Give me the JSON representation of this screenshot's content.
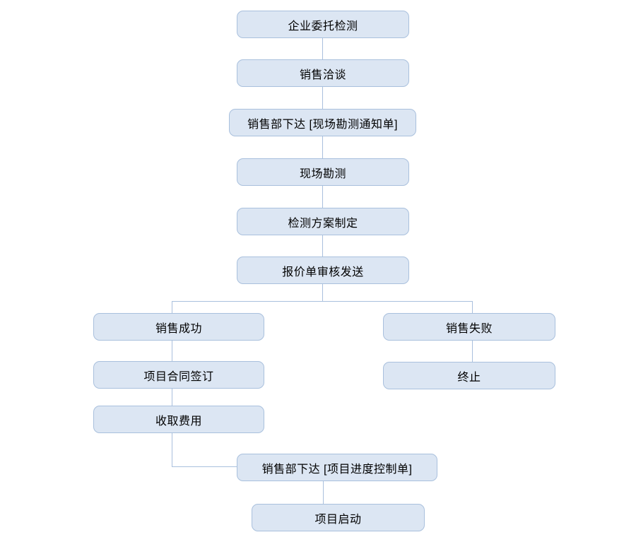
{
  "colors": {
    "canvas_bg": "#ffffff",
    "node_fill": "#dce6f3",
    "node_border": "#a9c0dd",
    "connector": "#a9c0dd",
    "node_text": "#000000"
  },
  "flowchart": {
    "nodes": [
      {
        "id": "enterprise-commissioned-testing",
        "label": "企业委托检测"
      },
      {
        "id": "sales-negotiation",
        "label": "销售洽谈"
      },
      {
        "id": "sales-dept-issues-site-survey-notice",
        "label": "销售部下达 [现场勘测通知单]"
      },
      {
        "id": "site-survey",
        "label": "现场勘测"
      },
      {
        "id": "testing-plan-formulation",
        "label": "检测方案制定"
      },
      {
        "id": "quotation-review-and-send",
        "label": "报价单审核发送"
      },
      {
        "id": "sales-success",
        "label": "销售成功"
      },
      {
        "id": "sales-failure",
        "label": "销售失败"
      },
      {
        "id": "project-contract-signing",
        "label": "项目合同签订"
      },
      {
        "id": "terminate",
        "label": "终止"
      },
      {
        "id": "fee-collection",
        "label": "收取费用"
      },
      {
        "id": "sales-dept-issues-project-progress-control",
        "label": "销售部下达 [项目进度控制单]"
      },
      {
        "id": "project-launch",
        "label": "项目启动"
      }
    ],
    "edges": [
      {
        "from": "企业委托检测",
        "to": "销售洽谈"
      },
      {
        "from": "销售洽谈",
        "to": "销售部下达 [现场勘测通知单]"
      },
      {
        "from": "销售部下达 [现场勘测通知单]",
        "to": "现场勘测"
      },
      {
        "from": "现场勘测",
        "to": "检测方案制定"
      },
      {
        "from": "检测方案制定",
        "to": "报价单审核发送"
      },
      {
        "from": "报价单审核发送",
        "to": "销售成功"
      },
      {
        "from": "报价单审核发送",
        "to": "销售失败"
      },
      {
        "from": "销售成功",
        "to": "项目合同签订"
      },
      {
        "from": "销售失败",
        "to": "终止"
      },
      {
        "from": "项目合同签订",
        "to": "收取费用"
      },
      {
        "from": "收取费用",
        "to": "销售部下达 [项目进度控制单]"
      },
      {
        "from": "销售部下达 [项目进度控制单]",
        "to": "项目启动"
      }
    ]
  }
}
